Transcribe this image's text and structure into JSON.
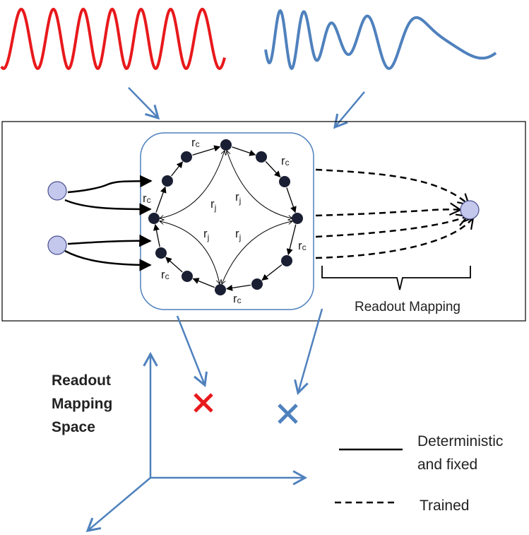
{
  "labels": {
    "coupling": "r",
    "coupling_sub": "c",
    "jump": "r",
    "jump_sub": "j",
    "readout_mapping": "Readout Mapping",
    "space_line1": "Readout",
    "space_line2": "Mapping",
    "space_line3": "Space"
  },
  "legend": {
    "solid_line1": "Deterministic",
    "solid_line2": "and fixed",
    "dashed": "Trained"
  },
  "colors": {
    "signal_red": "#e8191c",
    "signal_blue": "#4f81bd",
    "arrow_blue": "#4f81bd",
    "node_fill": "#1a1f33",
    "io_node_fill": "#c4c8ec",
    "io_node_stroke": "#4a5090",
    "reservoir_border": "#4f81bd",
    "black": "#000000"
  }
}
